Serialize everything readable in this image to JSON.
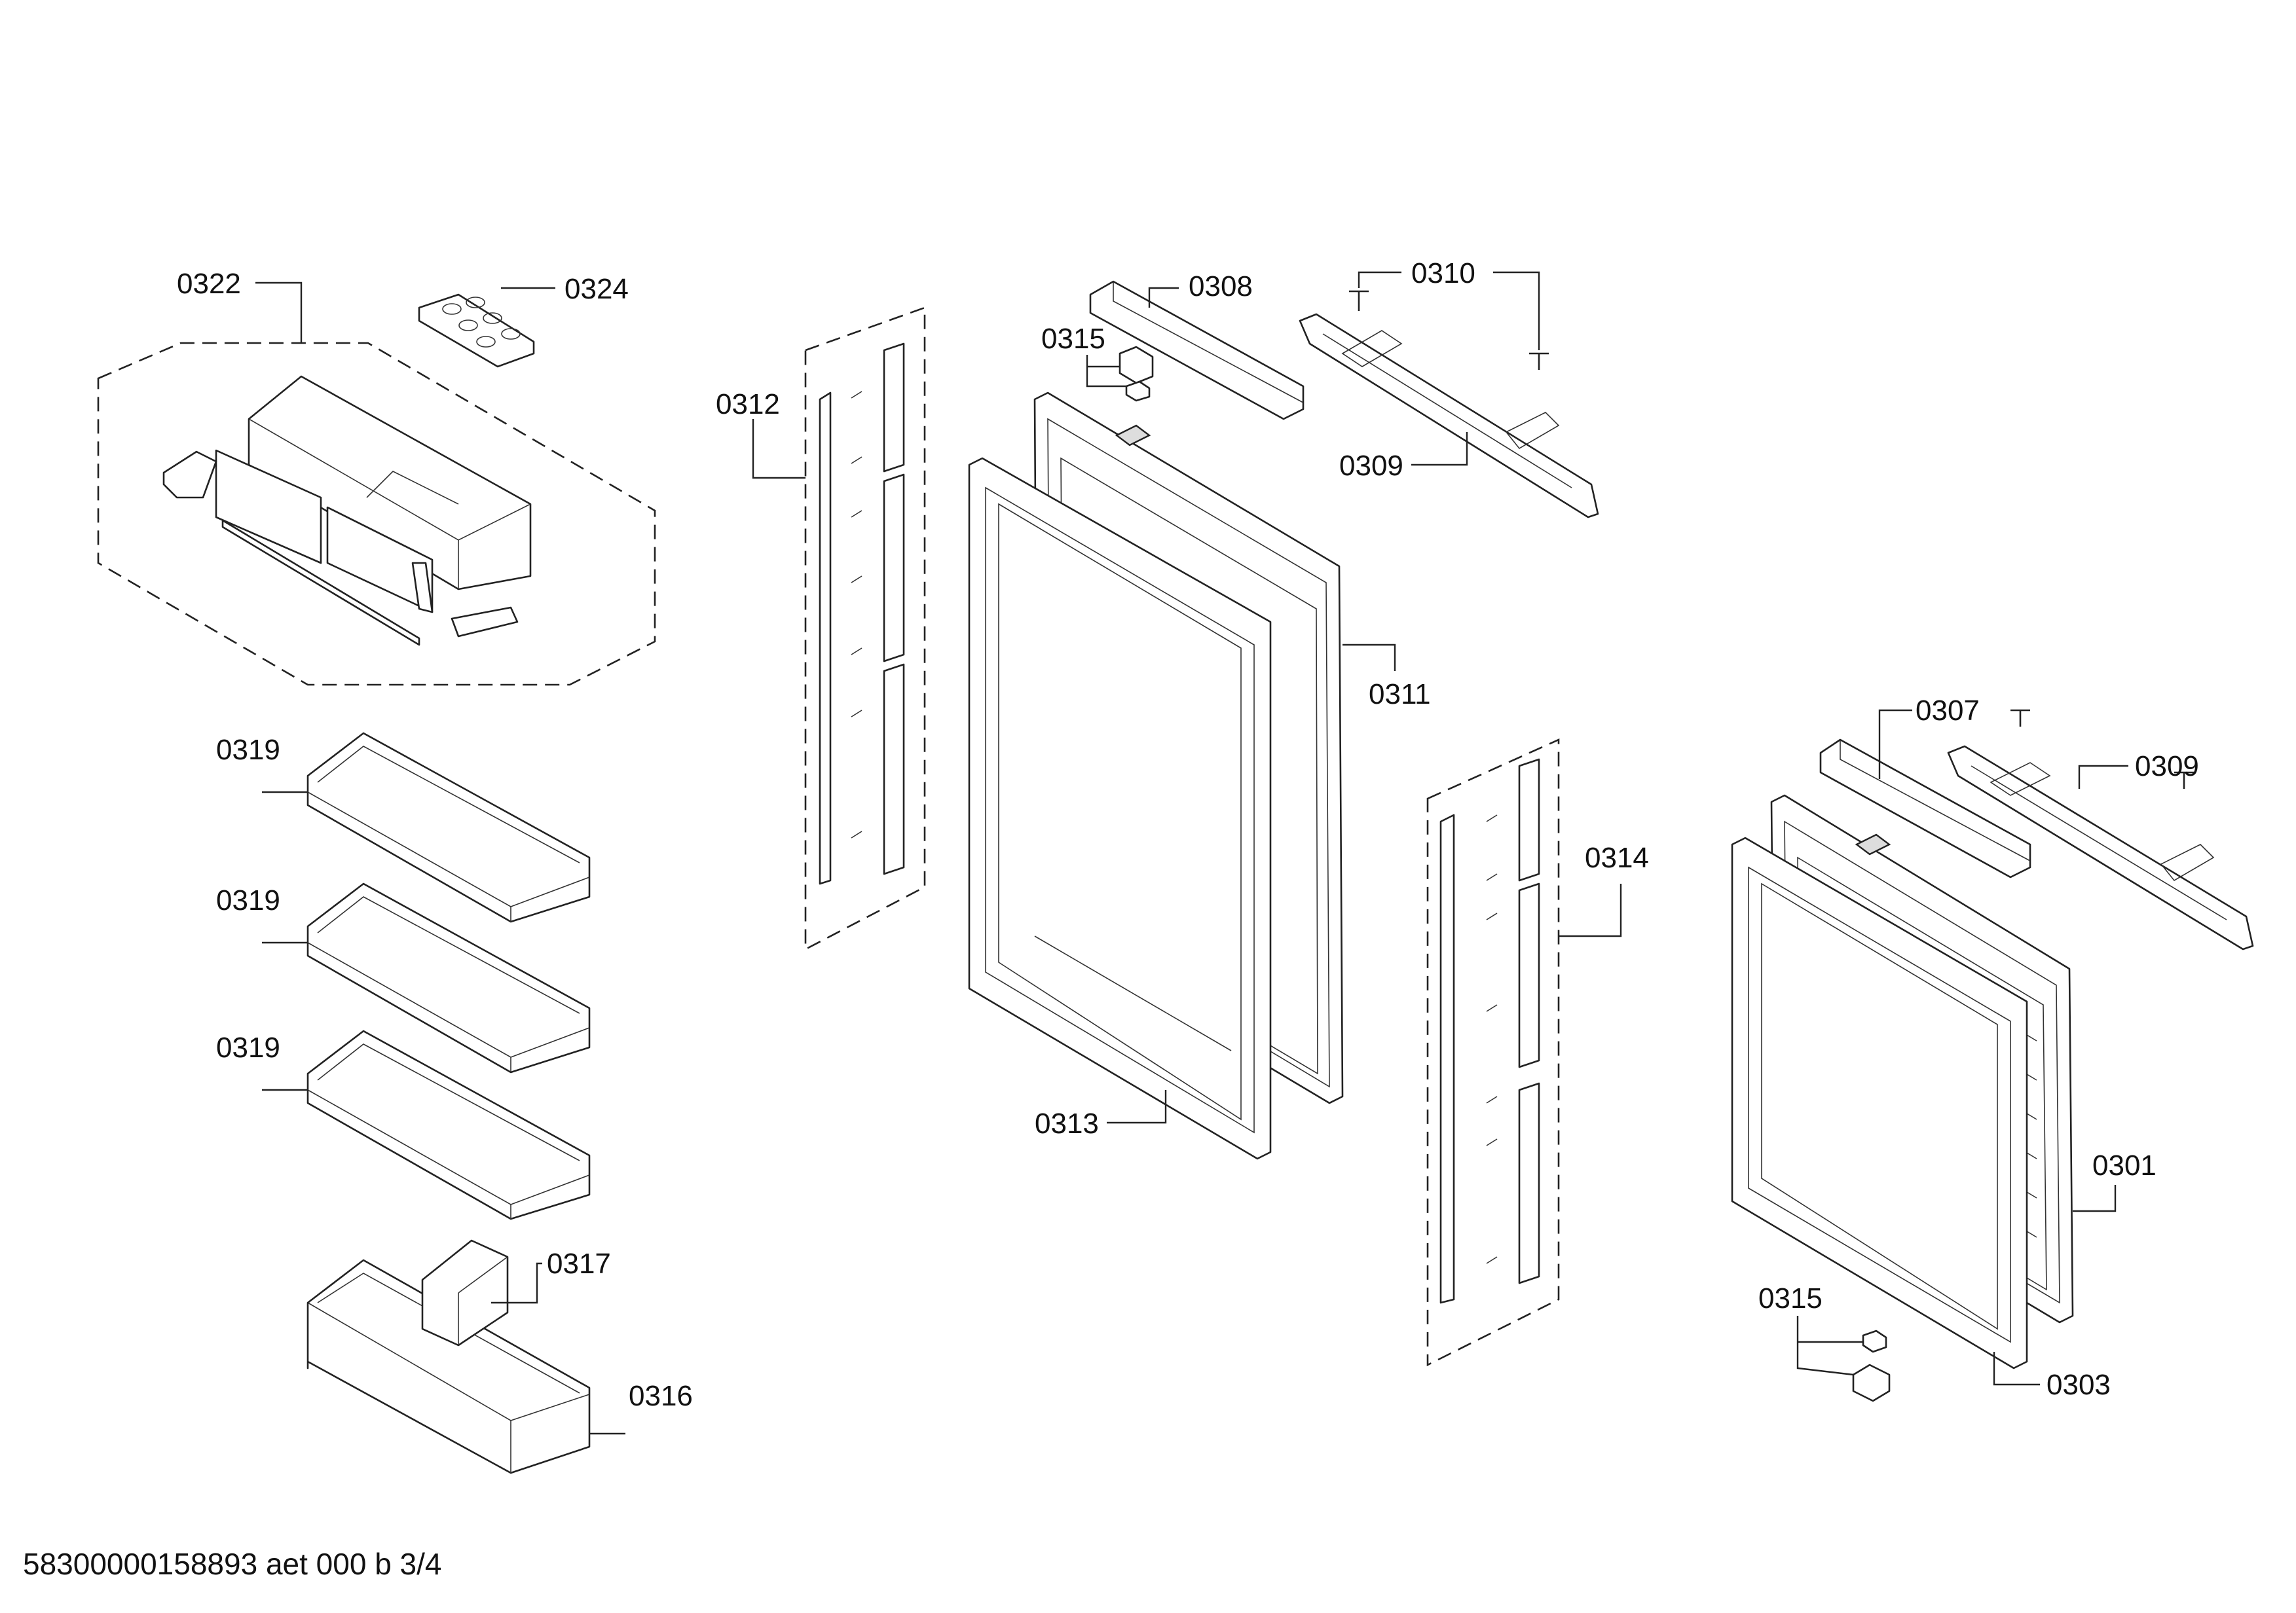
{
  "labels": {
    "l0322": "0322",
    "l0324": "0324",
    "l0312": "0312",
    "l0315a": "0315",
    "l0308": "0308",
    "l0310": "0310",
    "l0309a": "0309",
    "l0311": "0311",
    "l0319a": "0319",
    "l0319b": "0319",
    "l0319c": "0319",
    "l0313": "0313",
    "l0317": "0317",
    "l0316": "0316",
    "l0314": "0314",
    "l0307": "0307",
    "l0309b": "0309",
    "l0301": "0301",
    "l0315b": "0315",
    "l0303": "0303"
  },
  "footer": "58300000158893 aet 000 b 3/4"
}
